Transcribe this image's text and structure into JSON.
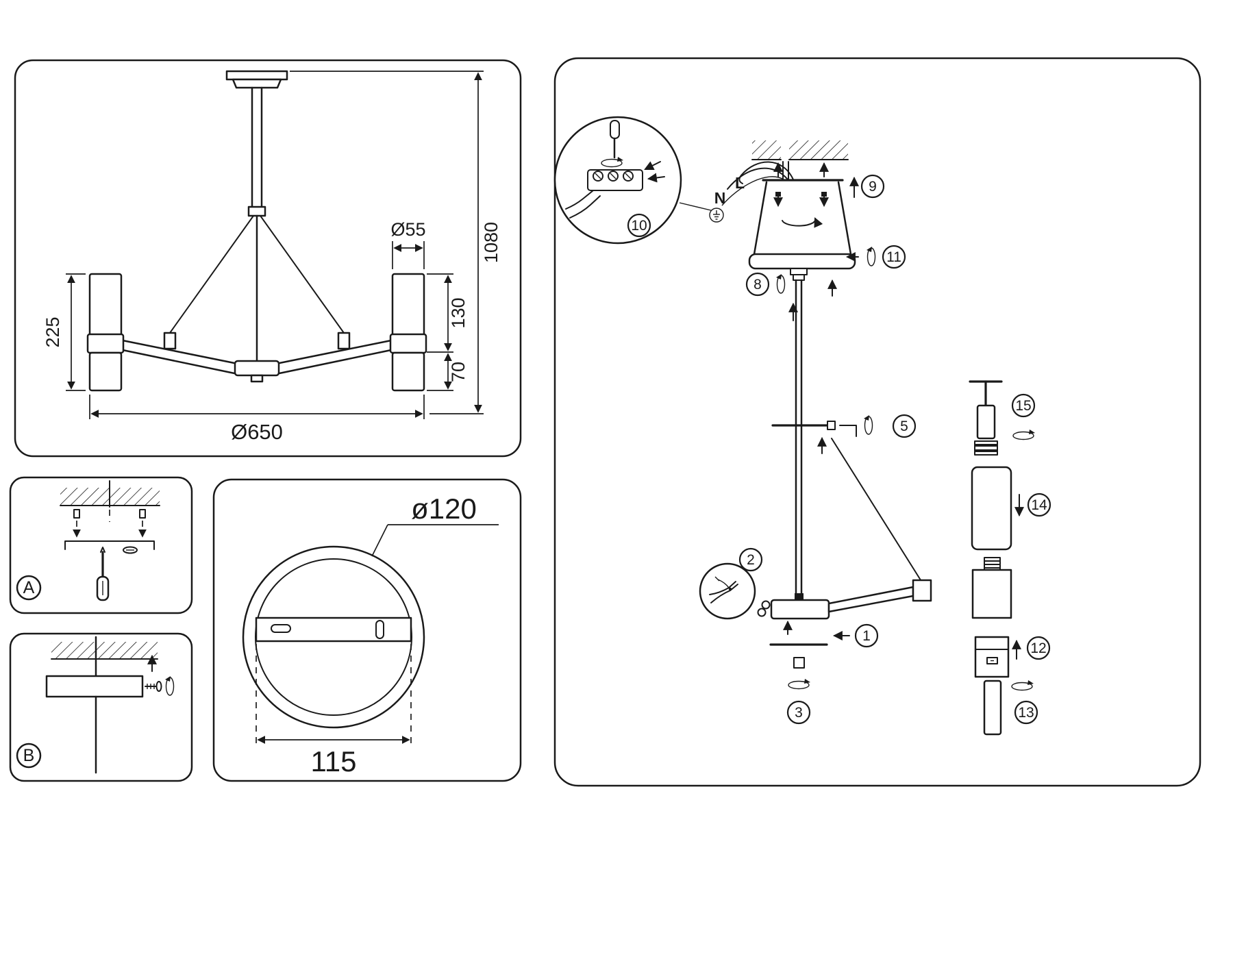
{
  "colors": {
    "ink": "#1a1a1a",
    "paper": "#ffffff"
  },
  "front_view": {
    "shade_diameter": "Ø55",
    "total_height": "1080",
    "shade_upper_height": "130",
    "shade_lower_height": "70",
    "shade_total_height": "225",
    "fixture_diameter": "Ø650"
  },
  "mount_steps": {
    "step_a": "A",
    "step_b": "B"
  },
  "canopy_view": {
    "canopy_diameter": "ø120",
    "hole_spacing": "115"
  },
  "assembly": {
    "wire_neutral": "N",
    "wire_live": "L",
    "callouts": {
      "c1": "1",
      "c2": "2",
      "c3": "3",
      "c5": "5",
      "c8": "8",
      "c9": "9",
      "c10": "10",
      "c11": "11",
      "c12": "12",
      "c13": "13",
      "c14": "14",
      "c15": "15"
    }
  }
}
